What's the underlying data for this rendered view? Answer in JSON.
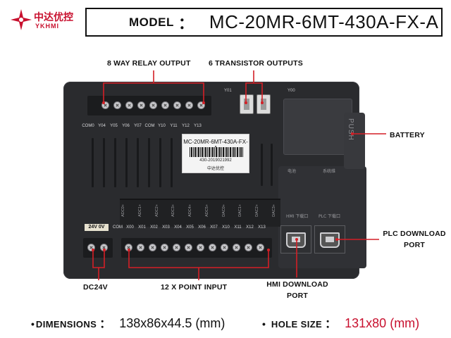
{
  "brand": {
    "name_cn": "中达优控",
    "name_en": "YKHMI",
    "color": "#c8102e"
  },
  "model": {
    "label": "MODEL",
    "colon": "：",
    "value": "MC-20MR-6MT-430A-FX-A"
  },
  "callouts": {
    "relay_output": "8 WAY RELAY OUTPUT",
    "transistor_outputs": "6 TRANSISTOR OUTPUTS",
    "battery": "BATTERY",
    "plc_download_port": [
      "PLC DOWNLOAD",
      "PORT"
    ],
    "hmi_download_port": [
      "HMI DOWNLOAD",
      "PORT"
    ],
    "dc24v": "DC24V",
    "point_input": "12 X POINT INPUT"
  },
  "device": {
    "top_terminal_labels": [
      "COM0",
      "Y04",
      "Y05",
      "Y06",
      "Y07",
      "COM",
      "Y10",
      "Y11",
      "Y12",
      "Y13"
    ],
    "bottom_terminal_labels": [
      "COM",
      "X00",
      "X01",
      "X02",
      "X03",
      "X04",
      "X05",
      "X06",
      "X07",
      "X10",
      "X11",
      "X12",
      "X13"
    ],
    "power_label": "24V  0V",
    "y01": "Y01",
    "y00": "Y00",
    "push": "PUSH",
    "sticker_model": "MC-20MR-6MT-430A-FX-A",
    "sticker_serial": "430-2019021992",
    "sticker_brand": "中达优控",
    "adc_labels": [
      "ADC0+",
      "ADC1+",
      "ADC2+",
      "ADC3+",
      "ADC4+",
      "ADC5+",
      "DAC0+",
      "DAC1+",
      "DAC2+",
      "DAC3+"
    ],
    "panel_cn_left": "电池",
    "panel_cn_right": "系统维",
    "hmi_port_cn": "HMI\n下载口",
    "plc_port_cn": "PLC\n下载口"
  },
  "specs": {
    "dimensions_label": "DIMENSIONS",
    "dimensions_value": "138x86x44.5 (mm)",
    "hole_size_label": "HOLE SIZE",
    "hole_size_value": "131x80 (mm)",
    "hole_size_color": "#c8102e",
    "colon": "："
  }
}
